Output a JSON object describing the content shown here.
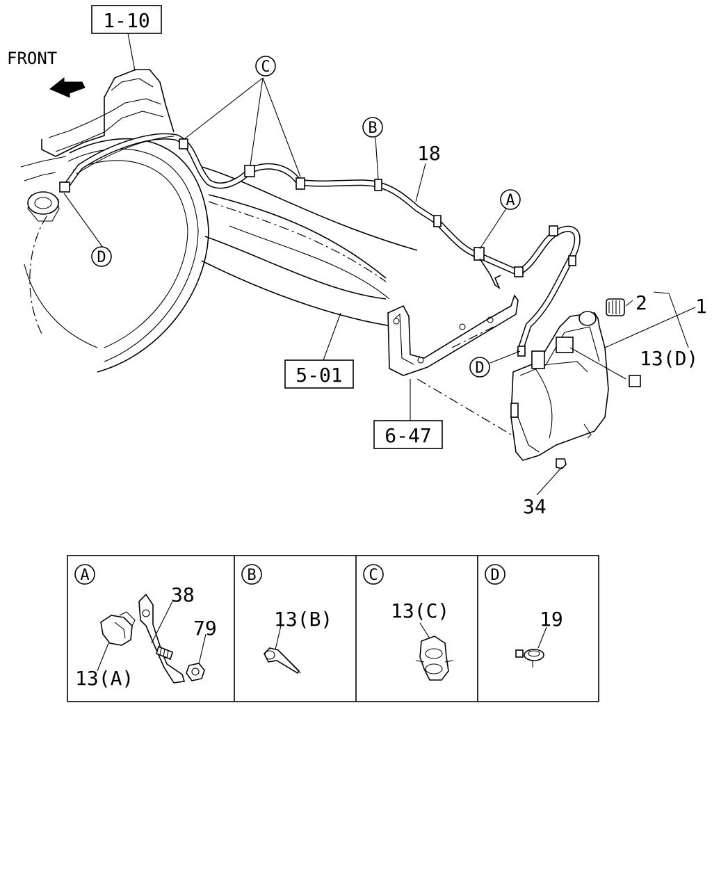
{
  "labels": {
    "front": "FRONT",
    "ref_1_10": "1-10",
    "ref_5_01": "5-01",
    "ref_6_47": "6-47",
    "part_18": "18",
    "part_2": "2",
    "part_1": "1",
    "part_13d": "13(D)",
    "part_34": "34"
  },
  "callouts": {
    "a": "A",
    "b": "B",
    "c": "C",
    "d": "D"
  },
  "detail_panels": [
    {
      "letter": "A",
      "parts": [
        "38",
        "79",
        "13(A)"
      ]
    },
    {
      "letter": "B",
      "parts": [
        "13(B)"
      ]
    },
    {
      "letter": "C",
      "parts": [
        "13(C)"
      ]
    },
    {
      "letter": "D",
      "parts": [
        "19"
      ]
    }
  ]
}
